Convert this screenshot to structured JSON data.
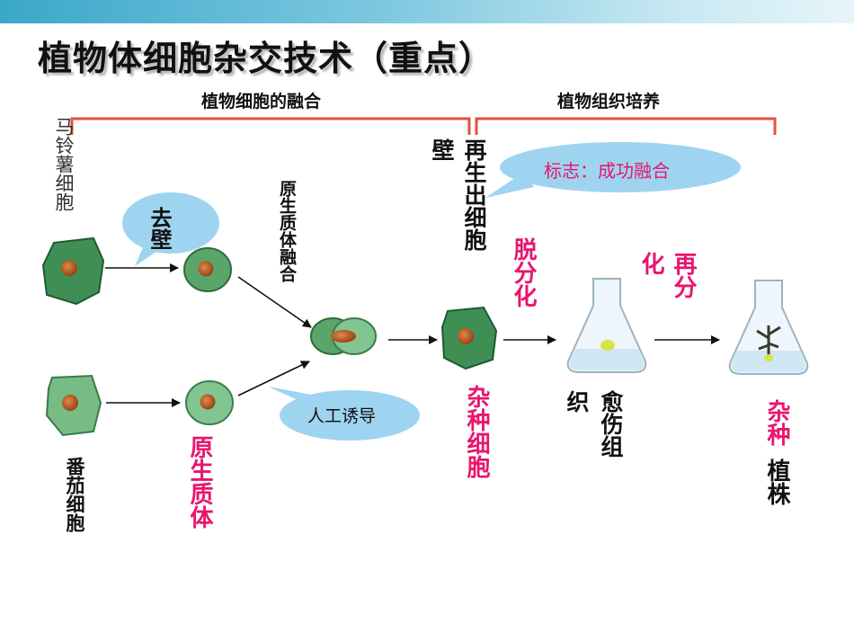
{
  "title": "植物体细胞杂交技术（重点）",
  "phases": {
    "left": "植物细胞的融合",
    "right": "植物组织培养"
  },
  "labels": {
    "potato_cell": "马铃薯细胞",
    "tomato_cell": "番茄细胞",
    "protoplast": "原生质体",
    "protoplast_fusion": "原生质体融合",
    "regenerate_wall_a": "再生出细胞",
    "regenerate_wall_b": "壁",
    "hybrid_cell": "杂种细胞",
    "dedifferentiation": "脱分化",
    "callus_a": "愈伤组",
    "callus_b": "织",
    "redifferentiation_a": "再分",
    "redifferentiation_b": "化",
    "hybrid_plant_a": "杂种",
    "hybrid_plant_b": "植株"
  },
  "bubbles": {
    "remove_wall": "去壁",
    "induce": "人工诱导",
    "marker": "标志：成功融合"
  },
  "colors": {
    "accent": "#e8156e",
    "bracket": "#e0533a",
    "bubble": "#9fd4f0",
    "cell_dark": "#2f7a43",
    "cell_light": "#7cc08a",
    "nucleus": "#b0531f"
  }
}
